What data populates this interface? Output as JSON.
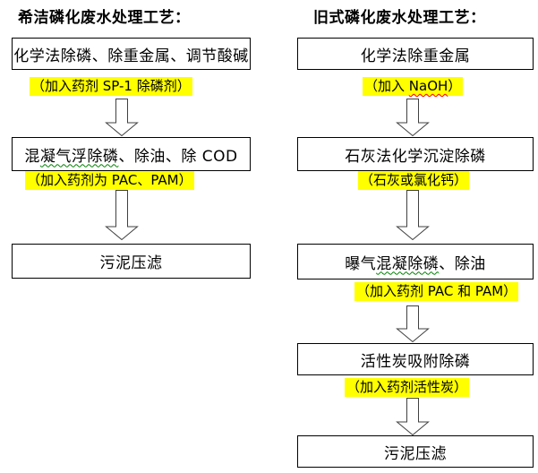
{
  "left_flow": {
    "title": "希洁磷化废水处理工艺：",
    "box1": "化学法除磷、除重金属、调节酸碱",
    "note1": "（加入药剂 SP-1 除磷剂）",
    "box2": {
      "pre": "混",
      "wavy": "凝气浮除磷",
      "post": "、除油、除 COD"
    },
    "note2": "（加入药剂为 PAC、PAM）",
    "box3": "污泥压滤"
  },
  "right_flow": {
    "title": "旧式磷化废水处理工艺：",
    "box1": "化学法除重金属",
    "note1": {
      "pre": "（加入 ",
      "wavy": "NaOH",
      "post": "）"
    },
    "box2": "石灰法化学沉淀除磷",
    "note2": "（石灰或氯化钙）",
    "box3": {
      "pre": "曝气",
      "wavy": "混凝除磷",
      "post": "、除油"
    },
    "note3": "（加入药剂 PAC 和 PAM）",
    "box4": "活性炭吸附除磷",
    "note4": "（加入药剂活性炭）",
    "box5": "污泥压滤"
  },
  "colors": {
    "highlight": "#FFFF00",
    "text": "#000000",
    "box_border": "#000000",
    "spellcheck_green": "#008000",
    "spellcheck_red": "#FF0000",
    "arrow_outline": "#404040"
  }
}
